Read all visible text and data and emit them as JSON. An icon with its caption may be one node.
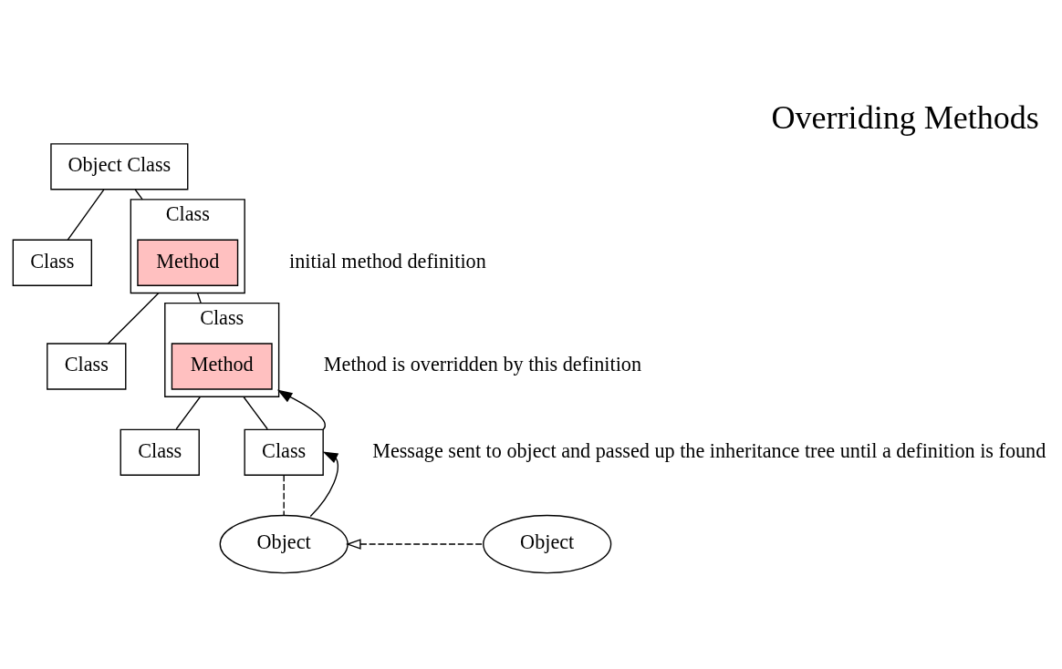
{
  "diagram": {
    "title": "Overriding Methods",
    "nodes": [
      {
        "text": [
          "Object Class"
        ]
      },
      {
        "text": [
          "Class"
        ]
      },
      {
        "text": [
          "Class"
        ],
        "beside": [
          "initial method definition"
        ]
      },
      {
        "text": [
          "Method"
        ],
        "in": 2
      },
      {
        "text": [
          "Class"
        ]
      },
      {
        "text": [
          "Class"
        ],
        "beside": [
          "Method is overridden by this definition"
        ]
      },
      {
        "text": [
          "Method"
        ],
        "in": 5
      },
      {
        "text": [
          "Class"
        ]
      },
      {
        "text": [
          "Class"
        ],
        "beside": [
          "Message sent to object and passed up the inheritance tree until a definition is found"
        ]
      },
      {
        "text": [
          "Object"
        ]
      },
      {
        "text": [
          "Object"
        ]
      }
    ],
    "edges": [
      {
        "from": 0,
        "to": 1,
        "arrow": "none"
      },
      {
        "from": 0,
        "to": 2,
        "arrow": "none"
      },
      {
        "from": 2,
        "to": 4,
        "arrow": "none"
      },
      {
        "from": 2,
        "to": 5,
        "arrow": "none"
      },
      {
        "from": 5,
        "to": 7,
        "arrow": "none"
      },
      {
        "from": 5,
        "to": 8,
        "arrow": "none"
      },
      {
        "from": 8,
        "to": 9,
        "arrow": "none",
        "style": "dashed"
      },
      {
        "from": 9,
        "to": 8,
        "arrow": "to"
      },
      {
        "from": 8,
        "to": 5,
        "arrow": "to"
      },
      {
        "from": 10,
        "to": 9,
        "arrow": "to",
        "style": "dashed"
      }
    ]
  }
}
